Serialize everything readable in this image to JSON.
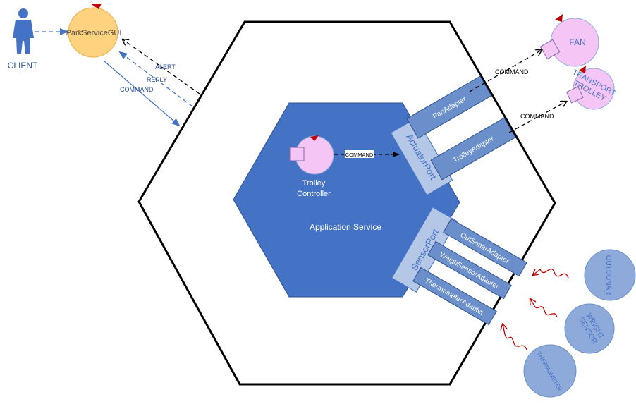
{
  "client": {
    "label": "CLIENT"
  },
  "gui": {
    "label": "ParkServiceGUI"
  },
  "gui_links": {
    "alert": "ALERT",
    "reply": "REPLY",
    "command": "COMMAND"
  },
  "core": {
    "service_label": "Application Service",
    "controller_line1": "Trolley",
    "controller_line2": "Controller",
    "internal_command": "COMMAND"
  },
  "actuator": {
    "port_label": "ActuatorPort",
    "fan_adapter": "FanAdapter",
    "trolley_adapter": "TrolleyAdapter"
  },
  "sensor": {
    "port_label": "SensorPort",
    "outsonar_adapter": "OutSonarAdapter",
    "weigh_adapter": "WeighSensorAdapter",
    "thermo_adapter": "ThermometerAdapter"
  },
  "devices": {
    "fan": "FAN",
    "trolley_line1": "TRANSPORT",
    "trolley_line2": "TROLLEY",
    "fan_command": "COMMAND",
    "trolley_command": "COMMAND",
    "outsonar": "OUTSONAR",
    "weight_line1": "WEIGHT",
    "weight_line2": "SENSOR",
    "thermometer": "THERMOMETER"
  },
  "colors": {
    "hex_outline": "#000000",
    "core_blue": "#4472c4",
    "adapter_blue": "#6a8fcb",
    "port_light": "#b4c7e7",
    "device_pink": "#f5c6f5",
    "gui_orange": "#ffd27f",
    "sensor_blue": "#8eaadb",
    "marker_red": "#c00000",
    "wave_red": "#c00000"
  }
}
